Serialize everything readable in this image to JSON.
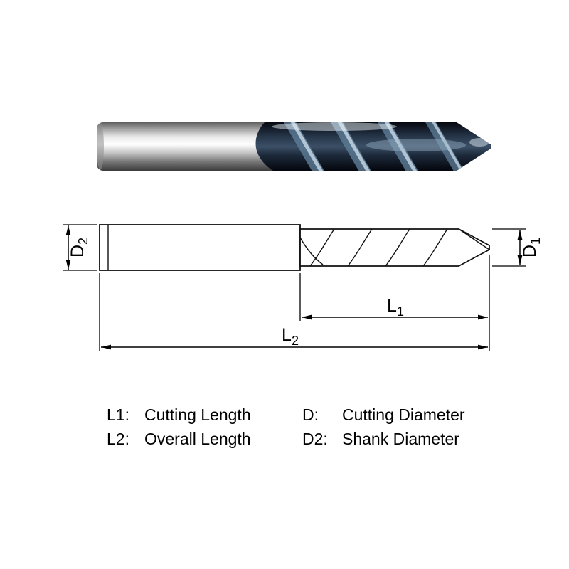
{
  "drawing": {
    "labels": {
      "d2_main": "D",
      "d2_sub": "2",
      "d1_main": "D",
      "d1_sub": "1",
      "l1_main": "L",
      "l1_sub": "1",
      "l2_main": "L",
      "l2_sub": "2"
    }
  },
  "legend": {
    "rows": [
      {
        "left_label": "L1:",
        "left_text": "Cutting Length",
        "right_label": "D:",
        "right_text": "Cutting Diameter"
      },
      {
        "left_label": "L2:",
        "left_text": "Overall Length",
        "right_label": "D2:",
        "right_text": "Shank Diameter"
      }
    ]
  },
  "colors": {
    "coating_dark": "#0b1220",
    "coating_highlight": "#7e9ab0",
    "shank_metal": "#d8d8d8",
    "line": "#000000"
  }
}
